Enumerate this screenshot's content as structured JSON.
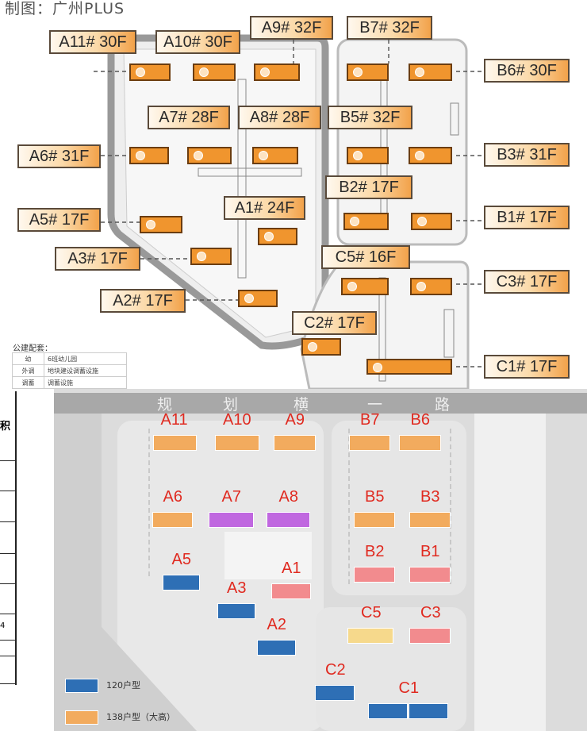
{
  "credit": "制图：广州PLUS",
  "colors": {
    "orange_building": "#f0952e",
    "unit_120": "#2e6fb5",
    "unit_138": "#f2ab5e",
    "purple": "#c067e0",
    "pink": "#f28b8e",
    "yellow": "#f6d98c",
    "label_red": "#e02a20"
  },
  "top_tags": [
    {
      "id": "A11",
      "text": "A11# 30F"
    },
    {
      "id": "A10",
      "text": "A10# 30F"
    },
    {
      "id": "A9",
      "text": "A9# 32F"
    },
    {
      "id": "B7",
      "text": "B7# 32F"
    },
    {
      "id": "B6",
      "text": "B6# 30F"
    },
    {
      "id": "A7",
      "text": "A7# 28F"
    },
    {
      "id": "A8",
      "text": "A8# 28F"
    },
    {
      "id": "B5",
      "text": "B5# 32F"
    },
    {
      "id": "A6",
      "text": "A6# 31F"
    },
    {
      "id": "B3",
      "text": "B3# 31F"
    },
    {
      "id": "B2",
      "text": "B2# 17F"
    },
    {
      "id": "A1",
      "text": "A1# 24F"
    },
    {
      "id": "B1",
      "text": "B1# 17F"
    },
    {
      "id": "A5",
      "text": "A5# 17F"
    },
    {
      "id": "A3",
      "text": "A3# 17F"
    },
    {
      "id": "C5",
      "text": "C5# 16F"
    },
    {
      "id": "C3",
      "text": "C3# 17F"
    },
    {
      "id": "A2",
      "text": "A2# 17F"
    },
    {
      "id": "C2",
      "text": "C2# 17F"
    },
    {
      "id": "C1",
      "text": "C1# 17F"
    }
  ],
  "public_facilities": {
    "title": "公建配套：",
    "rows": [
      [
        "幼",
        "6班幼儿园"
      ],
      [
        "外调",
        "地块建设调蓄设施"
      ],
      [
        "调蓄",
        "调蓄设施"
      ]
    ]
  },
  "road_name": [
    "规",
    "划",
    "横",
    "一",
    "路"
  ],
  "bottom_units": [
    {
      "id": "A11",
      "label": "A11",
      "type": "138"
    },
    {
      "id": "A10",
      "label": "A10",
      "type": "138"
    },
    {
      "id": "A9",
      "label": "A9",
      "type": "138"
    },
    {
      "id": "B7",
      "label": "B7",
      "type": "138"
    },
    {
      "id": "B6",
      "label": "B6",
      "type": "138"
    },
    {
      "id": "A6",
      "label": "A6",
      "type": "138"
    },
    {
      "id": "A7",
      "label": "A7",
      "type": "purple"
    },
    {
      "id": "A8",
      "label": "A8",
      "type": "purple"
    },
    {
      "id": "B5",
      "label": "B5",
      "type": "138"
    },
    {
      "id": "B3",
      "label": "B3",
      "type": "138"
    },
    {
      "id": "B2",
      "label": "B2",
      "type": "pink"
    },
    {
      "id": "B1",
      "label": "B1",
      "type": "pink"
    },
    {
      "id": "A5",
      "label": "A5",
      "type": "120"
    },
    {
      "id": "A1",
      "label": "A1",
      "type": "pink"
    },
    {
      "id": "A3",
      "label": "A3",
      "type": "120"
    },
    {
      "id": "C5",
      "label": "C5",
      "type": "yellow"
    },
    {
      "id": "C3",
      "label": "C3",
      "type": "pink"
    },
    {
      "id": "A2",
      "label": "A2",
      "type": "120"
    },
    {
      "id": "C2",
      "label": "C2",
      "type": "120"
    },
    {
      "id": "C1",
      "label": "C1",
      "type": "120"
    }
  ],
  "legend": [
    {
      "type": "120",
      "label": "120户型"
    },
    {
      "type": "138",
      "label": "138户型（大高）"
    }
  ],
  "side_table": {
    "header": "积",
    "cell": "4"
  }
}
